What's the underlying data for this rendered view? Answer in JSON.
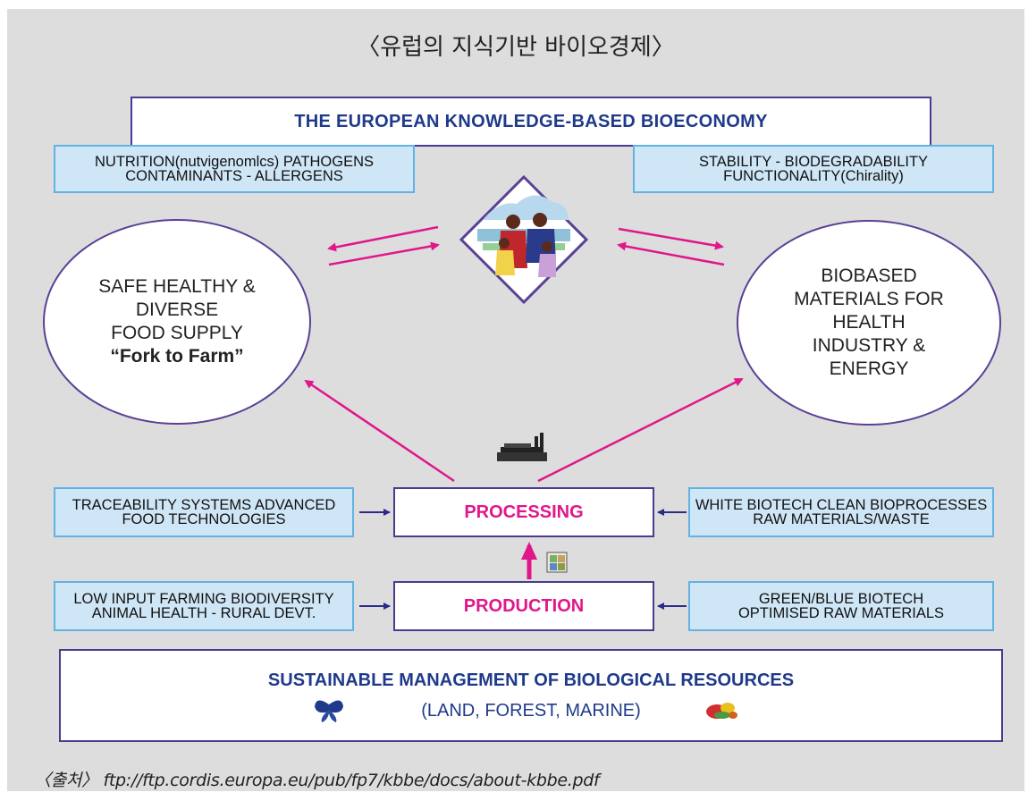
{
  "title_kr": "〈유럽의 지식기반 바이오경제〉",
  "header": "THE EUROPEAN KNOWLEDGE-BASED BIOECONOMY",
  "top_left_box": [
    "NUTRITION(nutvigenomlcs)  PATHOGENS",
    "CONTAMINANTS - ALLERGENS"
  ],
  "top_right_box": [
    "STABILITY - BIODEGRADABILITY",
    "FUNCTIONALITY(Chirality)"
  ],
  "left_ellipse": [
    "SAFE HEALTHY &",
    "DIVERSE",
    "FOOD SUPPLY"
  ],
  "left_ellipse_bold": "“Fork to Farm”",
  "right_ellipse": [
    "BIOBASED",
    "MATERIALS FOR",
    "HEALTH",
    "INDUSTRY &",
    "ENERGY"
  ],
  "processing": "PROCESSING",
  "production": "PRODUCTION",
  "mid_left_box": [
    "TRACEABILITY SYSTEMS ADVANCED",
    "FOOD TECHNOLOGIES"
  ],
  "mid_right_box": [
    "WHITE BIOTECH CLEAN BIOPROCESSES",
    "RAW MATERIALS/WASTE"
  ],
  "low_left_box": [
    "LOW INPUT FARMING  BIODIVERSITY",
    "ANIMAL HEALTH - RURAL DEVT."
  ],
  "low_right_box": [
    "GREEN/BLUE BIOTECH",
    "OPTIMISED RAW MATERIALS"
  ],
  "bottom_title": "SUSTAINABLE MANAGEMENT OF BIOLOGICAL RESOURCES",
  "bottom_sub": "(LAND, FOREST, MARINE)",
  "source": "〈출처〉 ftp://ftp.cordis.europa.eu/pub/fp7/kbbe/docs/about-kbbe.pdf",
  "icons": [
    "family-logo-icon",
    "factory-icon",
    "farm-icon",
    "butterfly-icon",
    "fruit-icon"
  ],
  "colors": {
    "background": "#dddddd",
    "navy_text": "#1f3a8a",
    "magenta": "#e0178b",
    "box_border": "#4b3a8f",
    "blue_box_fill": "#cfe6f6",
    "blue_box_border": "#62b3e4"
  }
}
